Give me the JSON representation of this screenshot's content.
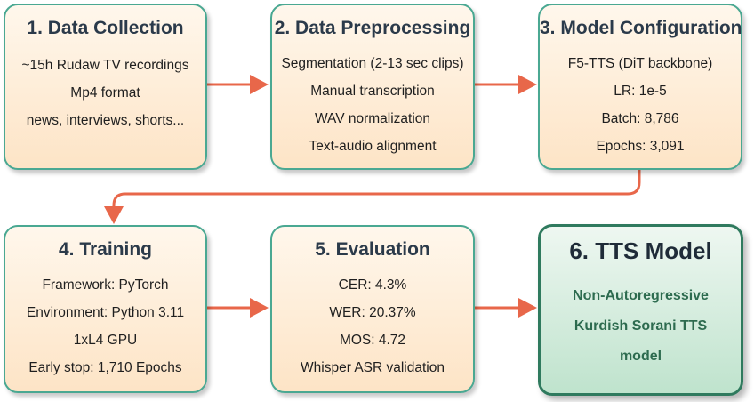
{
  "steps": [
    {
      "title": "1. Data Collection",
      "lines": [
        "~15h Rudaw TV recordings",
        "Mp4 format",
        "news, interviews, shorts..."
      ]
    },
    {
      "title": "2. Data Preprocessing",
      "lines": [
        "Segmentation (2-13 sec clips)",
        "Manual transcription",
        "WAV normalization",
        "Text-audio alignment"
      ]
    },
    {
      "title": "3. Model Configuration",
      "lines": [
        "F5-TTS (DiT backbone)",
        "LR: 1e-5",
        "Batch: 8,786",
        "Epochs: 3,091"
      ]
    },
    {
      "title": "4. Training",
      "lines": [
        "Framework: PyTorch",
        "Environment: Python 3.11",
        "1xL4 GPU",
        "Early stop: 1,710 Epochs"
      ]
    },
    {
      "title": "5. Evaluation",
      "lines": [
        "CER: 4.3%",
        "WER: 20.37%",
        "MOS: 4.72",
        "Whisper ASR validation"
      ]
    },
    {
      "title": "6. TTS Model",
      "lines": [
        "Non-Autoregressive",
        "Kurdish Sorani TTS",
        "model"
      ]
    }
  ],
  "colors": {
    "box_border": "#4aa892",
    "box_fill_top": "#fff7ec",
    "box_fill_bottom": "#fde4c6",
    "final_border": "#2f7a5e",
    "final_fill": "#bfe3cd",
    "final_text": "#2d6b4f",
    "arrow": "#e8674a"
  }
}
